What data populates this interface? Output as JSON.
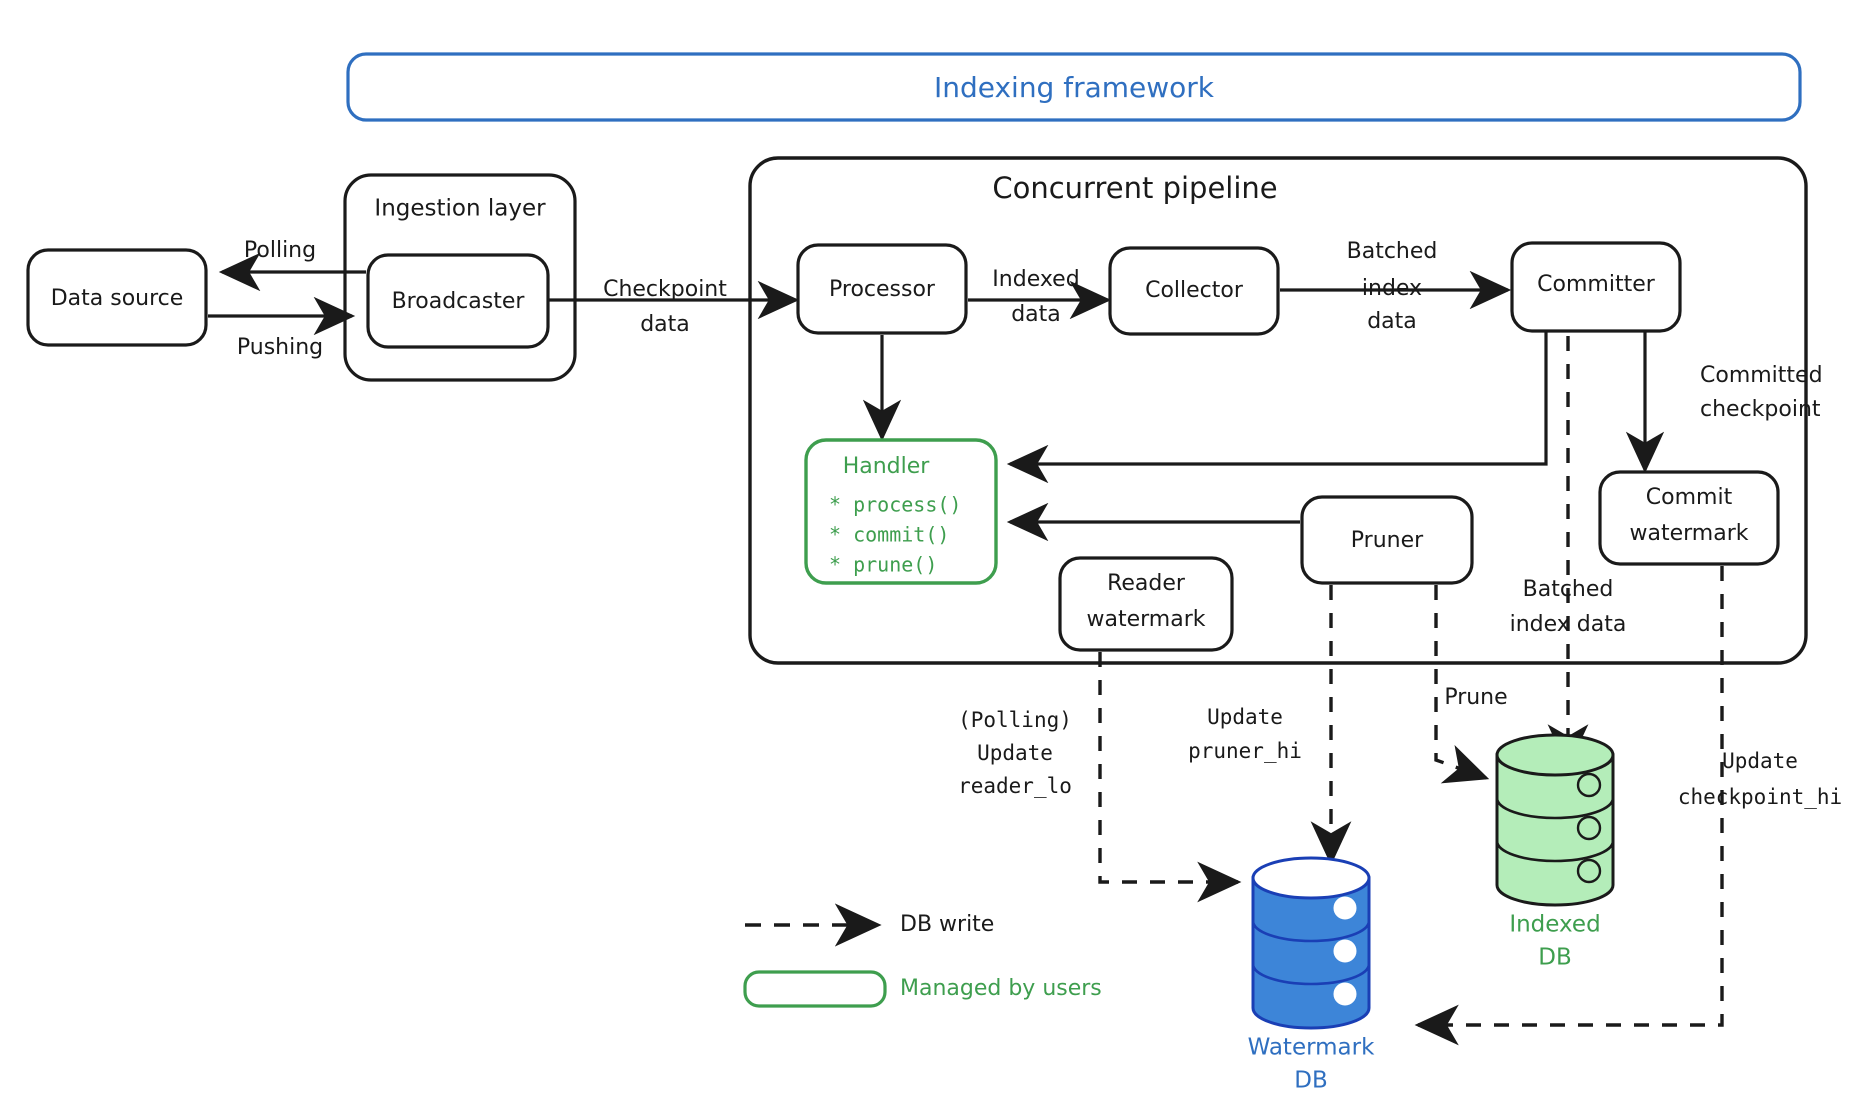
{
  "diagram": {
    "title": "Indexing framework",
    "colors": {
      "blue": "#2f6fc0",
      "green": "#3e9e4e",
      "black": "#1a1a1a",
      "db_green_fill": "#b4edb9",
      "db_blue_fill": "#3d85d8"
    },
    "containers": [
      {
        "id": "indexing-framework",
        "label": "Indexing framework",
        "color": "#2f6fc0"
      },
      {
        "id": "ingestion-layer",
        "label": "Ingestion layer",
        "color": "#1a1a1a"
      },
      {
        "id": "concurrent-pipeline",
        "label": "Concurrent pipeline",
        "color": "#1a1a1a"
      }
    ],
    "nodes": [
      {
        "id": "data-source",
        "label": "Data source"
      },
      {
        "id": "broadcaster",
        "label": "Broadcaster"
      },
      {
        "id": "processor",
        "label": "Processor"
      },
      {
        "id": "collector",
        "label": "Collector"
      },
      {
        "id": "committer",
        "label": "Committer"
      },
      {
        "id": "commit-watermark",
        "label_line1": "Commit",
        "label_line2": "watermark"
      },
      {
        "id": "reader-watermark",
        "label_line1": "Reader",
        "label_line2": "watermark"
      },
      {
        "id": "pruner",
        "label": "Pruner"
      }
    ],
    "handler": {
      "title": "Handler",
      "methods": [
        "* process()",
        "* commit()",
        "* prune()"
      ]
    },
    "databases": [
      {
        "id": "indexed-db",
        "label_line1": "Indexed",
        "label_line2": "DB",
        "color": "#3e9e4e"
      },
      {
        "id": "watermark-db",
        "label_line1": "Watermark",
        "label_line2": "DB",
        "color": "#2f6fc0"
      }
    ],
    "edge_labels": {
      "polling": "Polling",
      "pushing": "Pushing",
      "checkpoint_data_l1": "Checkpoint",
      "checkpoint_data_l2": "data",
      "indexed_data_l1": "Indexed",
      "indexed_data_l2": "data",
      "batched_index_data_l1": "Batched",
      "batched_index_data_l2": "index",
      "batched_index_data_l3": "data",
      "committed_checkpoint_l1": "Committed",
      "committed_checkpoint_l2": "checkpoint",
      "batched_index_data2_l1": "Batched",
      "batched_index_data2_l2": "index data",
      "prune": "Prune",
      "polling_update_l1": "(Polling)",
      "polling_update_l2": "Update",
      "polling_update_l3": "reader_lo",
      "update_pruner_l1": "Update",
      "update_pruner_l2": "pruner_hi",
      "update_checkpoint_l1": "Update",
      "update_checkpoint_l2": "checkpoint_hi"
    },
    "legend": [
      {
        "id": "db-write",
        "label": "DB write",
        "style": "dashed-arrow",
        "color": "#1a1a1a"
      },
      {
        "id": "managed-by-users",
        "label": "Managed by users",
        "style": "green-box",
        "color": "#3e9e4e"
      }
    ]
  }
}
